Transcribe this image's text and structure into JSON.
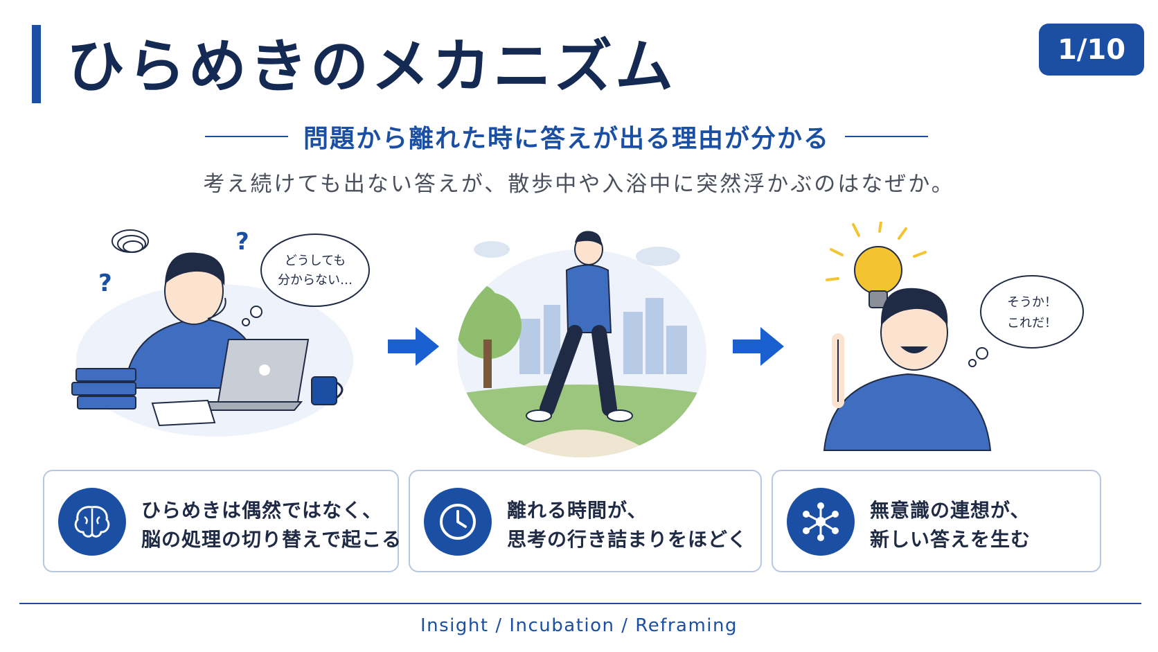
{
  "colors": {
    "accent": "#1a4fa3",
    "navy": "#152a52",
    "shirt": "#3f6dbf",
    "bulb": "#f4c430"
  },
  "title": "ひらめきのメカニズム",
  "page_indicator": "1/10",
  "subtitle": "問題から離れた時に答えが出る理由が分かる",
  "lead": "考え続けても出ない答えが、散歩中や入浴中に突然浮かぶのはなぜか。",
  "scenes": {
    "stuck": {
      "thought_line1": "どうしても",
      "thought_line2": "分からない…"
    },
    "walk": {},
    "insight": {
      "thought_line1": "そうか！",
      "thought_line2": "これだ！"
    }
  },
  "cards": [
    {
      "icon": "brain-icon",
      "line1": "ひらめきは偶然ではなく、",
      "line2": "脳の処理の切り替えで起こる"
    },
    {
      "icon": "clock-icon",
      "line1": "離れる時間が、",
      "line2": "思考の行き詰まりをほどく"
    },
    {
      "icon": "network-icon",
      "line1": "無意識の連想が、",
      "line2": "新しい答えを生む"
    }
  ],
  "footer": "Insight / Incubation / Reframing"
}
